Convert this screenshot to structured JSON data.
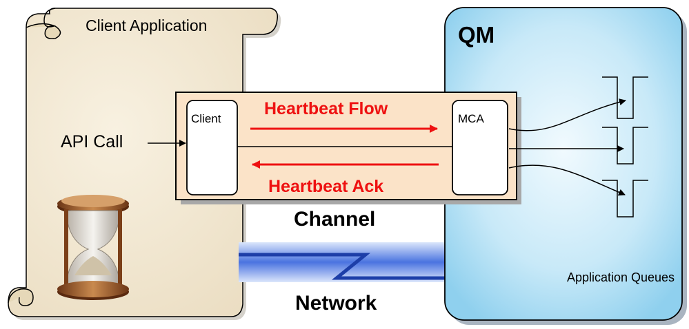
{
  "client_application": {
    "title": "Client Application",
    "api_call": "API Call"
  },
  "queue_manager": {
    "title": "QM",
    "mca": "MCA",
    "queues_label": "Application Queues"
  },
  "channel": {
    "label": "Channel",
    "client": "Client",
    "heartbeat_flow": "Heartbeat Flow",
    "heartbeat_ack": "Heartbeat Ack"
  },
  "network": {
    "label": "Network"
  },
  "colors": {
    "scroll_fill": "#f3e9d2",
    "qm_fill": "#bfe3f5",
    "channel_fill": "#fbe3c8",
    "heartbeat_red": "#ee1111",
    "network_blue": "#2a56d6"
  }
}
